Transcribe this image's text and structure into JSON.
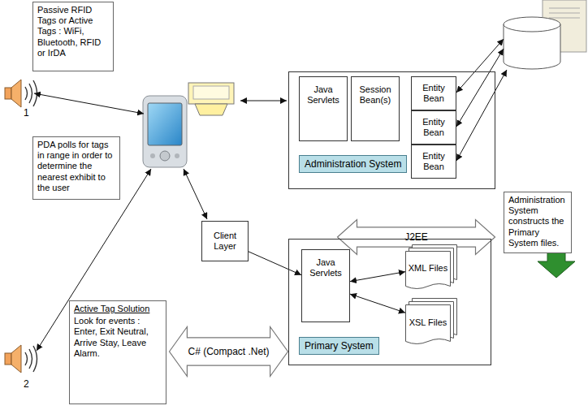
{
  "diagram": {
    "nodes": [
      {
        "text": [
          "Passive RFID Tags or Active Tags : WiFi, Bluetooth, RFID or IrDA"
        ]
      },
      {
        "text": [
          "Administration System"
        ]
      },
      {
        "text": [
          "Java Servlets"
        ],
        "in": 1
      },
      {
        "text": [
          "Session Bean(s)"
        ],
        "in": 1
      },
      {
        "text": [
          "Entity Bean"
        ],
        "in": 1
      },
      {
        "text": [
          "Entity Bean"
        ],
        "in": 1
      },
      {
        "text": [
          "Entity Bean"
        ],
        "in": 1
      },
      {
        "text": [
          "PDA polls for tags in range in order to determine the nearest exhibit to the user"
        ]
      },
      {
        "text": [
          "Client Layer"
        ]
      },
      {
        "text": [
          "J2EE"
        ]
      },
      {
        "text": [
          "Administration System constructs the Primary System files."
        ]
      },
      {
        "text": [
          "Primary System"
        ]
      },
      {
        "text": [
          "Java Servlets"
        ],
        "in": 11
      },
      {
        "text": [
          "XML Files"
        ],
        "in": 11
      },
      {
        "text": [
          "XSL Files"
        ],
        "in": 11
      },
      {
        "text": [
          "Active Tag Solution",
          "Look for events : Enter, Exit Neutral, Arrive Stay, Leave Alarm."
        ]
      },
      {
        "text": [
          "C# (Compact .Net)"
        ]
      }
    ],
    "edges": [
      {
        "from": 8,
        "to": 12,
        "arrow": "to"
      },
      {
        "from": 12,
        "to": 13,
        "arrow": "both"
      },
      {
        "from": 12,
        "to": 14,
        "arrow": "both"
      }
    ],
    "labels": [
      "1",
      "2"
    ]
  }
}
